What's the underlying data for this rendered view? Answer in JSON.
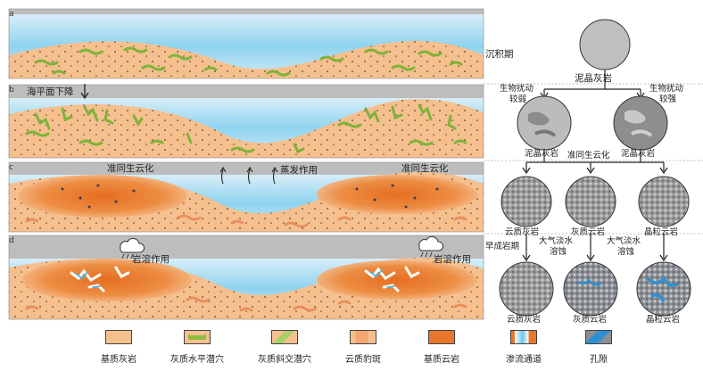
{
  "panels": [
    {
      "tag": "a",
      "phase_label": "沉积期"
    },
    {
      "tag": "b",
      "annotation": "海平面下降"
    },
    {
      "tag": "c",
      "annotations": [
        "准同生云化",
        "蒸发作用",
        "准同生云化"
      ]
    },
    {
      "tag": "d",
      "annotations": [
        "岩溶作用",
        "岩溶作用"
      ]
    }
  ],
  "flow": {
    "top_circle": "泥晶灰岩",
    "bio_weak": [
      "生物扰动",
      "较弱"
    ],
    "bio_strong": [
      "生物扰动",
      "较强"
    ],
    "circle_b_left": "泥晶灰岩",
    "circle_b_right": "泥晶灰岩",
    "penecontemporaneous": "准同生云化",
    "circle_c1": "云质灰岩",
    "circle_c2": "灰质云岩",
    "circle_c3": "晶粒云岩",
    "early_diagenesis": "早成岩期",
    "meteoric_1": [
      "大气淡水",
      "溶蚀"
    ],
    "meteoric_2": [
      "大气淡水",
      "溶蚀"
    ],
    "circle_d1": "云质灰岩",
    "circle_d2": "灰质云岩",
    "circle_d3": "晶粒云岩"
  },
  "legend": [
    {
      "label": "基质灰岩",
      "color": "#f5c08e"
    },
    {
      "label": "灰质水平潜穴",
      "color": "#8cbf3f"
    },
    {
      "label": "灰质斜交潜穴",
      "color": "#a8cf6a"
    },
    {
      "label": "云质豹斑",
      "color": "#f4a673"
    },
    {
      "label": "基质云岩",
      "color": "#e8772e"
    },
    {
      "label": "渗流通道",
      "color": "#6ec6e6"
    },
    {
      "label": "孔隙",
      "color": "#2f8fd0"
    }
  ]
}
